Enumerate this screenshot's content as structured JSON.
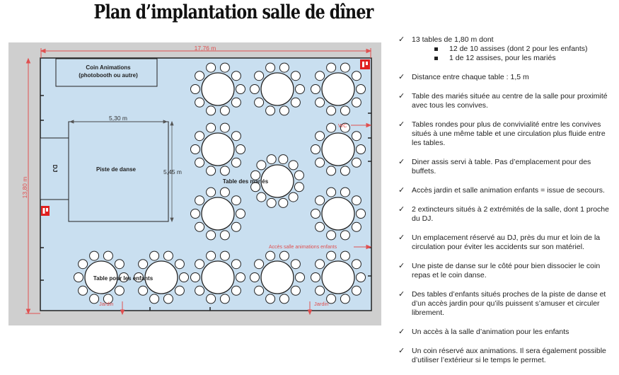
{
  "title": "Plan d’implantation salle de dîner",
  "plan": {
    "dim_width": "17,76 m",
    "dim_height": "13,80 m",
    "dance_width": "5,30 m",
    "dance_height": "5,45 m",
    "coin_animations_line1": "Coin Animations",
    "coin_animations_line2": "(photobooth ou autre)",
    "dj": "DJ",
    "piste": "Piste de danse",
    "table_maries": "Table des mariés",
    "table_enfants": "Table pour les enfants",
    "wc": "WC",
    "acces_animations": "Accès salle animations enfants",
    "jardin_left": "Jardin",
    "jardin_right": "Jardin",
    "colors": {
      "floor": "#c9dff0",
      "surround": "#cfcfcf",
      "dimension_red": "#e05050",
      "extinguisher": "#e02020"
    }
  },
  "notes": [
    {
      "text": "13 tables de 1,80 m dont",
      "sub": [
        "12 de 10 assises (dont 2 pour les enfants)",
        "1 de 12 assises, pour les mariés"
      ]
    },
    {
      "text": "Distance entre chaque table : 1,5 m"
    },
    {
      "text": "Table des mariés située au centre de la salle pour proximité avec tous les convives."
    },
    {
      "text": "Tables rondes pour plus de convivialité entre les convives situés à une même table et une circulation plus fluide entre les tables."
    },
    {
      "text": "Diner assis servi à table. Pas d’emplacement pour des buffets."
    },
    {
      "text": "Accès jardin et salle animation enfants = issue de secours."
    },
    {
      "text": "2 extincteurs situés à 2 extrémités de la salle, dont 1 proche du DJ."
    },
    {
      "text": "Un emplacement réservé au DJ, près du mur et loin de la circulation pour éviter les accidents sur son matériel."
    },
    {
      "text": "Une piste de danse sur le côté pour bien dissocier le coin repas et le coin danse."
    },
    {
      "text": "Des tables d’enfants situés proches de la piste de danse et d’un accès jardin pour qu’ils puissent s’amuser et circuler librement."
    },
    {
      "text": "Un accès à la salle d’animation pour les enfants"
    },
    {
      "text": "Un coin réservé aux animations. Il sera également possible d’utiliser l’extérieur si le temps le permet."
    }
  ]
}
